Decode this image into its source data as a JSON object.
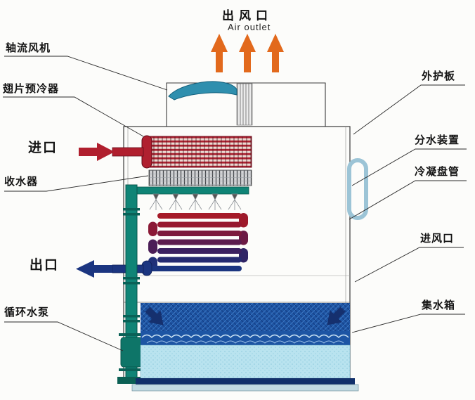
{
  "top": {
    "air_outlet_cn": "出风口",
    "air_outlet_en": "Air outlet"
  },
  "labels": {
    "axial_fan": "轴流风机",
    "finned_precooler": "翅片预冷器",
    "inlet": "进口",
    "water_collector": "收水器",
    "outlet": "出口",
    "circulating_pump": "循环水泵",
    "outer_panel": "外护板",
    "water_distributor": "分水装置",
    "condensing_coil": "冷凝盘管",
    "air_inlet": "进风口",
    "water_tank": "集水箱"
  },
  "colors": {
    "arrow_orange": "#e2691c",
    "pipe_red": "#b01f2e",
    "pipe_blue": "#1b3580",
    "pipe_teal": "#0f8476",
    "water_dark": "#1d55a4",
    "water_light": "#b9e3ef"
  }
}
